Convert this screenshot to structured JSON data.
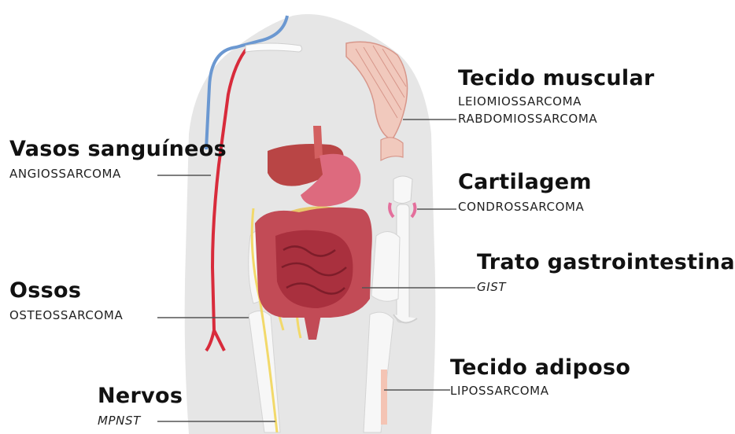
{
  "labels": {
    "vasos": {
      "title": "Vasos sanguíneos",
      "sub": "ANGIOSSARCOMA"
    },
    "ossos": {
      "title": "Ossos",
      "sub": "OSTEOSSARCOMA"
    },
    "nervos": {
      "title": "Nervos",
      "sub": "MPNST"
    },
    "muscular": {
      "title": "Tecido muscular",
      "sub1": "LEIOMIOSSARCOMA",
      "sub2": "RABDOMIOSSARCOMA"
    },
    "cartilagem": {
      "title": "Cartilagem",
      "sub": "CONDROSSARCOMA"
    },
    "trato": {
      "title": "Trato gastrointestinal",
      "sub": "GIST"
    },
    "adiposo": {
      "title": "Tecido adiposo",
      "sub": "LIPOSSARCOMA"
    }
  }
}
